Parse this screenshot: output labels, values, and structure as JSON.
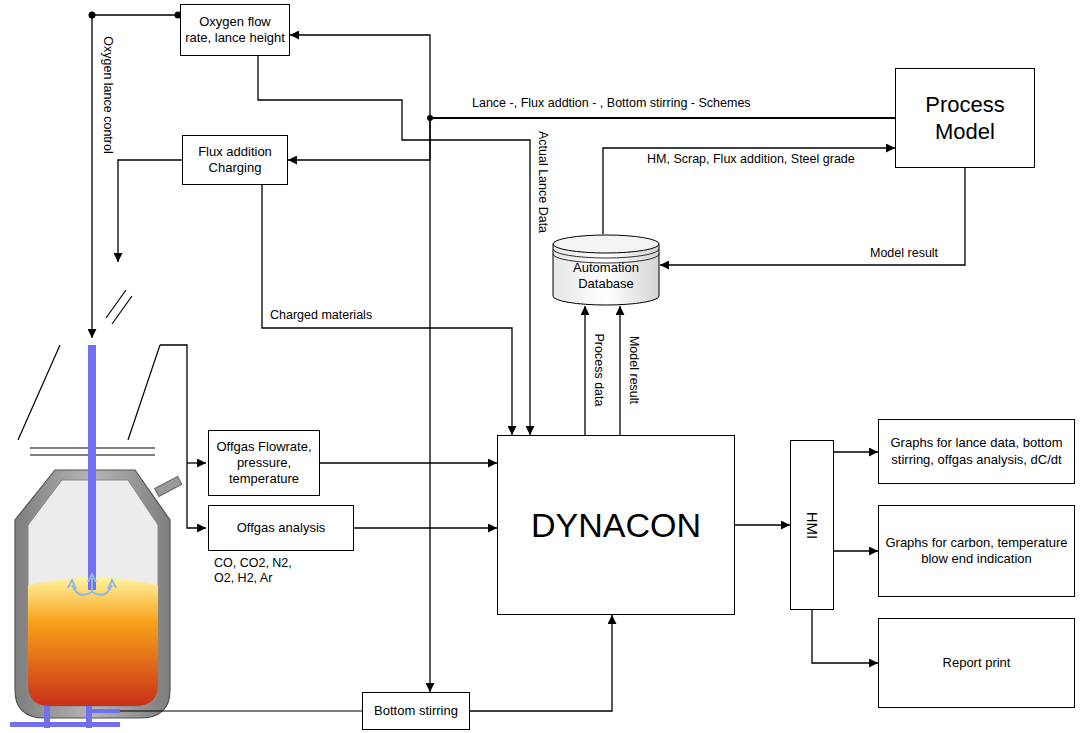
{
  "diagram": {
    "nodes": [
      {
        "text": [
          "Oxygen flow rate, lance height"
        ]
      },
      {
        "text": [
          "Flux addition Charging"
        ]
      },
      {
        "text": [
          "Process Model"
        ]
      },
      {
        "text": [
          "Automation Database"
        ]
      },
      {
        "text": [
          "Offgas Flowrate, pressure, temperature"
        ]
      },
      {
        "text": [
          "Offgas analysis"
        ]
      },
      {
        "text": [
          "DYNACON"
        ]
      },
      {
        "text": [
          "HMI"
        ]
      },
      {
        "text": [
          "Graphs for lance data, bottom stirring, offgas analysis, dC/dt"
        ]
      },
      {
        "text": [
          "Graphs for carbon, temperature blow end indication"
        ]
      },
      {
        "text": [
          "Report print"
        ]
      },
      {
        "text": [
          "Bottom stirring"
        ]
      }
    ],
    "edges": [
      {
        "from": 0,
        "to": 6,
        "arrow": "to",
        "label": "Actual Lance Data"
      },
      {
        "from": 2,
        "to": 0,
        "arrow": "to",
        "label": "Lance -, Flux addtion - , Bottom stirring - Schemes"
      },
      {
        "from": 2,
        "to": 1,
        "arrow": "to"
      },
      {
        "from": 2,
        "to": 11,
        "arrow": "to"
      },
      {
        "from": 3,
        "to": 2,
        "arrow": "to",
        "label": "HM, Scrap, Flux addition, Steel grade"
      },
      {
        "from": 2,
        "to": 3,
        "arrow": "to",
        "label": "Model result"
      },
      {
        "from": 1,
        "to": 6,
        "arrow": "to",
        "label": "Charged materials"
      },
      {
        "from": 4,
        "to": 6,
        "arrow": "to"
      },
      {
        "from": 5,
        "to": 6,
        "arrow": "to"
      },
      {
        "from": 11,
        "to": 6,
        "arrow": "to"
      },
      {
        "from": 6,
        "to": 3,
        "arrow": "to",
        "label": "Process data"
      },
      {
        "from": 6,
        "to": 3,
        "arrow": "to",
        "label": "Model result"
      },
      {
        "from": 6,
        "to": 7,
        "arrow": "to"
      },
      {
        "from": 7,
        "to": 8,
        "arrow": "to"
      },
      {
        "from": 7,
        "to": 9,
        "arrow": "to"
      },
      {
        "from": 7,
        "to": 10,
        "arrow": "to"
      }
    ],
    "labels": [
      "Oxygen lance control",
      "CO, CO2, N2, O2, H2, Ar"
    ]
  }
}
